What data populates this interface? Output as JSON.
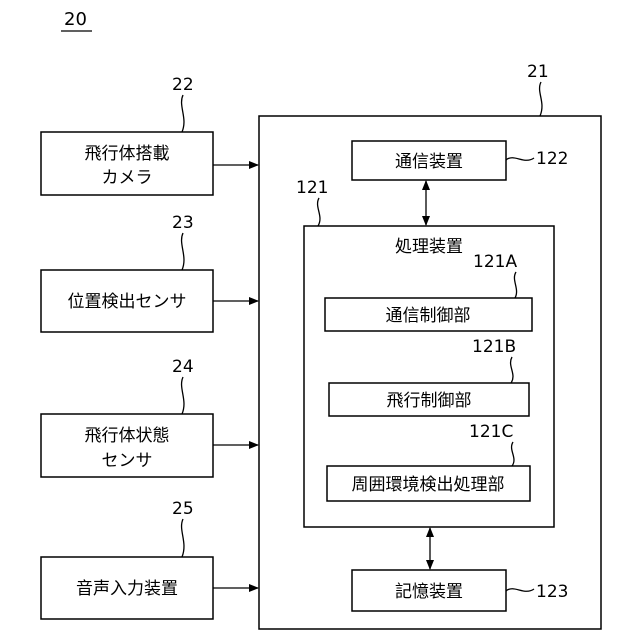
{
  "figure": {
    "number": "20"
  },
  "inputs": [
    {
      "ref": "22",
      "lines": [
        "飛行体搭載",
        "カメラ"
      ]
    },
    {
      "ref": "23",
      "lines": [
        "位置検出センサ"
      ]
    },
    {
      "ref": "24",
      "lines": [
        "飛行体状態",
        "センサ"
      ]
    },
    {
      "ref": "25",
      "lines": [
        "音声入力装置"
      ]
    }
  ],
  "main_device": {
    "ref": "21"
  },
  "communication_device": {
    "ref": "122",
    "label": "通信装置"
  },
  "processing_device": {
    "ref": "121",
    "label": "処理装置",
    "units": [
      {
        "ref": "121A",
        "label": "通信制御部"
      },
      {
        "ref": "121B",
        "label": "飛行制御部"
      },
      {
        "ref": "121C",
        "label": "周囲環境検出処理部"
      }
    ]
  },
  "storage_device": {
    "ref": "123",
    "label": "記憶装置"
  }
}
